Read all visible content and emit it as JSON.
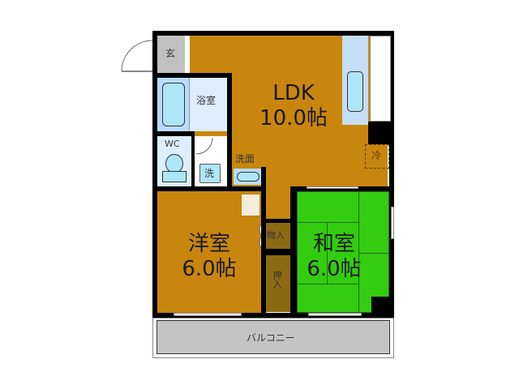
{
  "floorplan": {
    "colors": {
      "wood_floor": "#c8860f",
      "tatami": "#33cc11",
      "closet": "#8c6a14",
      "wet_area": "#dceeff",
      "tub": "#b8dcff",
      "fixture": "#aee6f8",
      "entrance": "#c0c0c0",
      "balcony": "#c4c4c4",
      "wall": "#000000"
    },
    "rooms": {
      "genkan": {
        "label": "玄"
      },
      "ldk": {
        "name": "LDK",
        "size": "10.0帖"
      },
      "bath": {
        "label": "浴室"
      },
      "wc": {
        "label": "WC"
      },
      "washer": {
        "label": "洗"
      },
      "washbasin": {
        "label": "洗面"
      },
      "western": {
        "name": "洋室",
        "size": "6.0帖"
      },
      "japanese": {
        "name": "和室",
        "size": "6.0帖"
      },
      "storage": {
        "label": "物入"
      },
      "oshiire": {
        "label": "押入"
      },
      "fridge": {
        "label": "冷"
      },
      "balcony": {
        "label": "バルコニー"
      }
    }
  }
}
